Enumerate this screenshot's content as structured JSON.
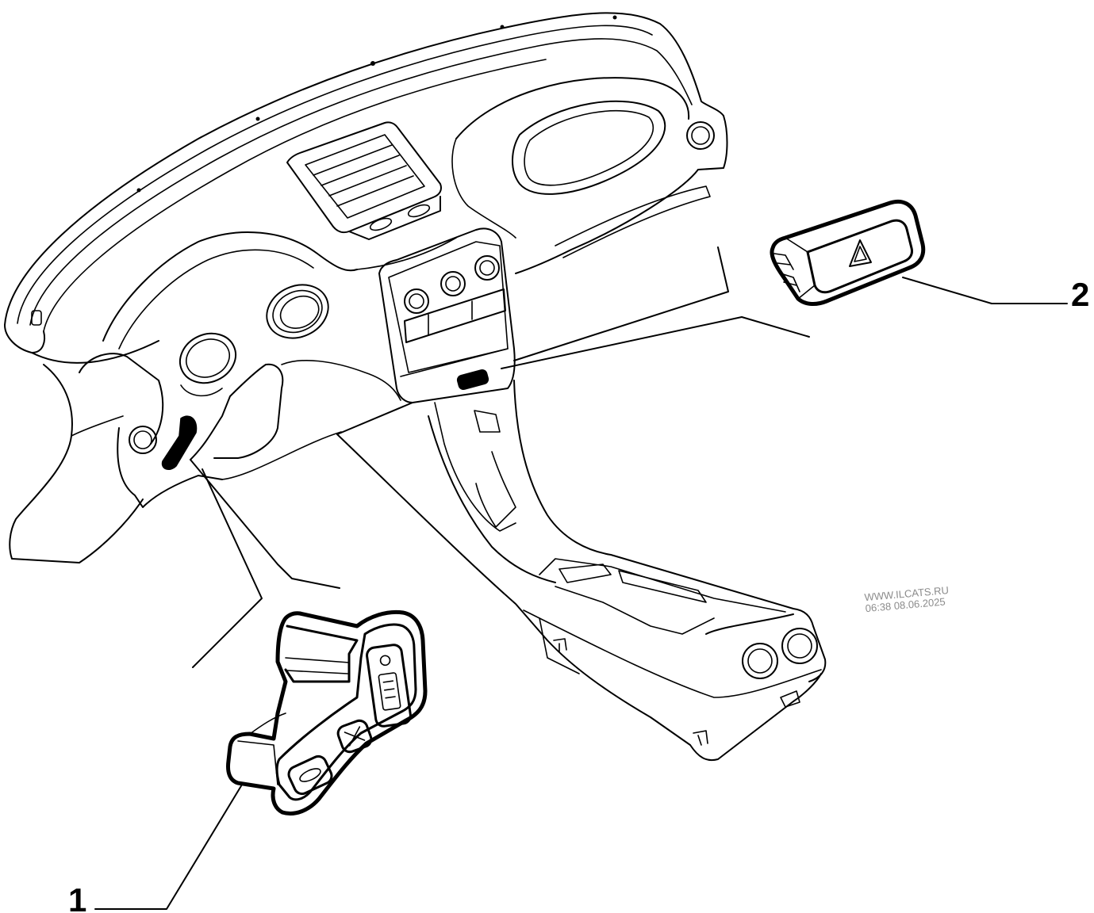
{
  "callouts": [
    {
      "label": "1"
    },
    {
      "label": "2"
    }
  ],
  "watermark": {
    "site": "WWW.ILCATS.RU",
    "timestamp": "06:38 08.06.2025"
  },
  "colors": {
    "line": "#000000",
    "background": "#ffffff",
    "watermark": "#8c8c8c"
  }
}
